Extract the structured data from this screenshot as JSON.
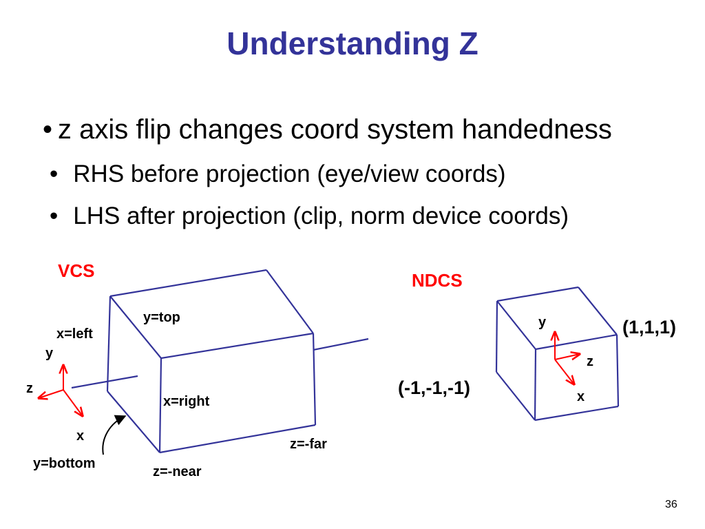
{
  "slide": {
    "title": "Understanding Z",
    "bullets": [
      "z axis flip changes coord system handedness",
      "RHS before projection (eye/view coords)",
      "LHS after projection (clip, norm device coords)"
    ],
    "bullet_glyph": "•",
    "page_number": "36"
  },
  "vcs": {
    "label": "VCS",
    "y_top": "y=top",
    "x_left": "x=left",
    "x_right": "x=right",
    "y_bottom": "y=bottom",
    "z_near": "z=-near",
    "z_far": "z=-far",
    "axis_y": "y",
    "axis_z": "z",
    "axis_x": "x"
  },
  "ndcs": {
    "label": "NDCS",
    "corner_max": "(1,1,1)",
    "corner_min": "(-1,-1,-1)",
    "axis_y": "y",
    "axis_z": "z",
    "axis_x": "x"
  },
  "colors": {
    "title": "#333399",
    "box_lines": "#333399",
    "axes": "#ff0000",
    "system_labels": "#ff0000"
  }
}
